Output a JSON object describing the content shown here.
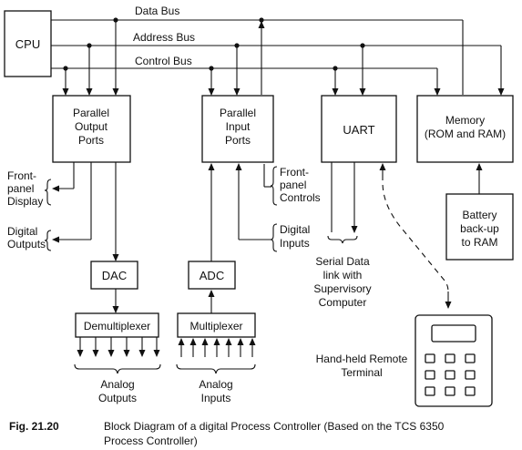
{
  "buses": {
    "data": "Data Bus",
    "address": "Address Bus",
    "control": "Control Bus"
  },
  "blocks": {
    "cpu": "CPU",
    "parallel_output": [
      "Parallel",
      "Output",
      "Ports"
    ],
    "parallel_input": [
      "Parallel",
      "Input",
      "Ports"
    ],
    "uart": "UART",
    "memory": [
      "Memory",
      "(ROM and RAM)"
    ],
    "battery": [
      "Battery",
      "back-up",
      "to RAM"
    ],
    "dac": "DAC",
    "adc": "ADC",
    "demultiplexer": "Demultiplexer",
    "multiplexer": "Multiplexer"
  },
  "labels": {
    "front_panel_display": [
      "Front-",
      "panel",
      "Display"
    ],
    "digital_outputs": [
      "Digital",
      "Outputs"
    ],
    "front_panel_controls": [
      "Front-",
      "panel",
      "Controls"
    ],
    "digital_inputs": [
      "Digital",
      "Inputs"
    ],
    "serial_link": [
      "Serial Data",
      "link with",
      "Supervisory",
      "Computer"
    ],
    "analog_outputs": [
      "Analog",
      "Outputs"
    ],
    "analog_inputs": [
      "Analog",
      "Inputs"
    ],
    "remote_terminal": [
      "Hand-held Remote",
      "Terminal"
    ]
  },
  "caption": {
    "number": "Fig. 21.20",
    "text_line1": "Block Diagram of a digital Process Controller (Based on the TCS 6350",
    "text_line2": "Process Controller)"
  }
}
